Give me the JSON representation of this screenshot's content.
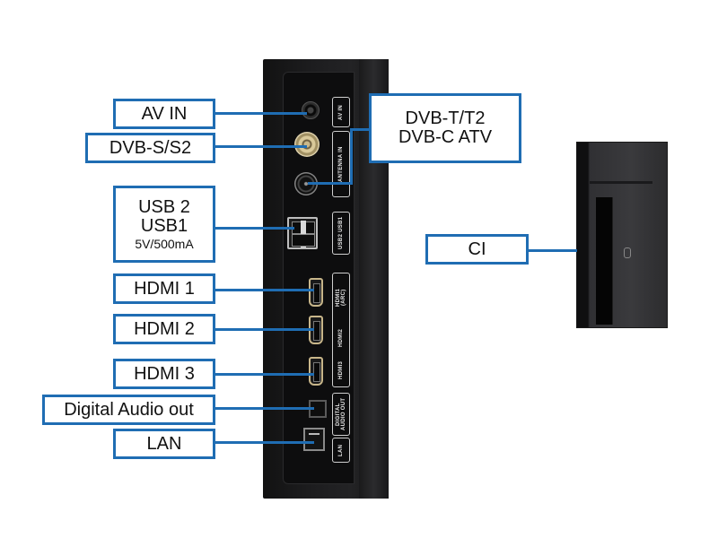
{
  "diagram": {
    "title": "TV rear connection panel",
    "accent_color": "#1f6db3",
    "callouts": [
      {
        "id": "av-in",
        "lines": [
          "AV IN"
        ]
      },
      {
        "id": "dvb-s",
        "lines": [
          "DVB-S/S2"
        ]
      },
      {
        "id": "dvb-t",
        "lines": [
          "DVB-T/T2",
          "DVB-C ATV"
        ]
      },
      {
        "id": "usb",
        "lines": [
          "USB 2",
          "USB1"
        ],
        "sub": "5V/500mA"
      },
      {
        "id": "hdmi1",
        "lines": [
          "HDMI 1"
        ]
      },
      {
        "id": "hdmi2",
        "lines": [
          "HDMI 2"
        ]
      },
      {
        "id": "hdmi3",
        "lines": [
          "HDMI 3"
        ]
      },
      {
        "id": "digital-audio",
        "lines": [
          "Digital Audio out"
        ]
      },
      {
        "id": "lan",
        "lines": [
          "LAN"
        ]
      },
      {
        "id": "ci",
        "lines": [
          "CI"
        ]
      }
    ],
    "panel_silkscreen": {
      "av_in": "AV IN",
      "antenna": "ANTENNA IN",
      "usb": "USB2 USB1",
      "hdmi1": "HDMI1 (ARC)",
      "hdmi2": "HDMI2",
      "hdmi3": "HDMI3",
      "digital_audio": "DIGITAL AUDIO OUT",
      "lan": "LAN"
    }
  }
}
